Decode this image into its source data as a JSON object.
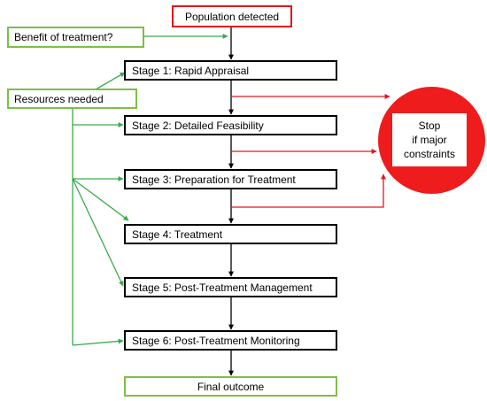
{
  "start": {
    "label": "Population detected"
  },
  "inputs": {
    "benefit": "Benefit of treatment?",
    "resources": "Resources needed"
  },
  "stages": [
    {
      "label": "Stage 1: Rapid Appraisal"
    },
    {
      "label": "Stage 2: Detailed Feasibility"
    },
    {
      "label": "Stage 3: Preparation for Treatment"
    },
    {
      "label": "Stage 4: Treatment"
    },
    {
      "label": "Stage 5: Post-Treatment  Management"
    },
    {
      "label": "Stage 6: Post-Treatment  Monitoring"
    }
  ],
  "stop": {
    "line1": "Stop",
    "line2": "if major",
    "line3": "constraints"
  },
  "end": {
    "label": "Final outcome"
  },
  "colors": {
    "flow": "#000000",
    "resource": "#3aaa4a",
    "resource_box": "#7dbf46",
    "stop": "#ee1c1c",
    "start_box": "#e3161c"
  }
}
